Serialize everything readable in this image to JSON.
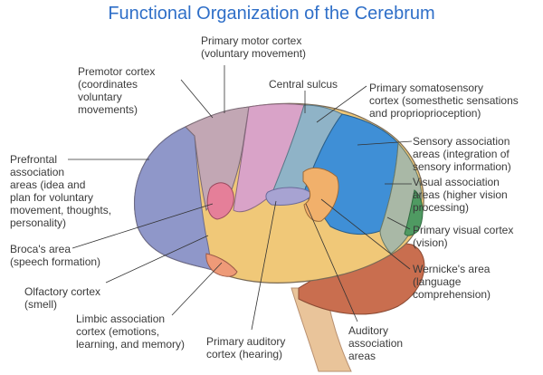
{
  "title": "Functional Organization of the Cerebrum",
  "labels": {
    "primary_motor": [
      "Primary motor cortex",
      "(voluntary movement)"
    ],
    "premotor": [
      "Premotor cortex",
      "(coordinates",
      "voluntary",
      "movements)"
    ],
    "central_sulcus": [
      "Central sulcus"
    ],
    "somatosensory": [
      "Primary somatosensory",
      "cortex (somesthetic sensations",
      "and proprioprioception)"
    ],
    "prefrontal": [
      "Prefrontal",
      "association",
      "areas (idea and",
      "plan for voluntary",
      "movement, thoughts,",
      "personality)"
    ],
    "sensory_assoc": [
      "Sensory association",
      "areas (integration of",
      "sensory information)"
    ],
    "visual_assoc": [
      "Visual association",
      "areas (higher vision",
      "processing)"
    ],
    "broca": [
      "Broca's area",
      "(speech formation)"
    ],
    "primary_visual": [
      "Primary visual cortex",
      "(vision)"
    ],
    "wernicke": [
      "Wernicke's area",
      "(language",
      "comprehension)"
    ],
    "olfactory": [
      "Olfactory cortex",
      "(smell)"
    ],
    "limbic": [
      "Limbic association",
      "cortex (emotions,",
      "learning, and memory)"
    ],
    "primary_auditory": [
      "Primary auditory",
      "cortex (hearing)"
    ],
    "auditory_assoc": [
      "Auditory",
      "association",
      "areas"
    ]
  },
  "colors": {
    "title": "#2f6fc8",
    "prefrontal": "#8f97c9",
    "premotor": "#c2a7b4",
    "motor": "#d9a3c8",
    "somatosensory": "#8fb3c7",
    "sensory_assoc": "#3f8fd6",
    "visual_assoc": "#a9b8a6",
    "visual": "#4f9a62",
    "broca": "#e57f99",
    "temporal": "#f0c878",
    "auditory": "#a7a3d2",
    "wernicke": "#f1b06b",
    "olfactory": "#ee9a78",
    "cerebellum": "#c96e4f",
    "brainstem": "#e9c49a"
  }
}
